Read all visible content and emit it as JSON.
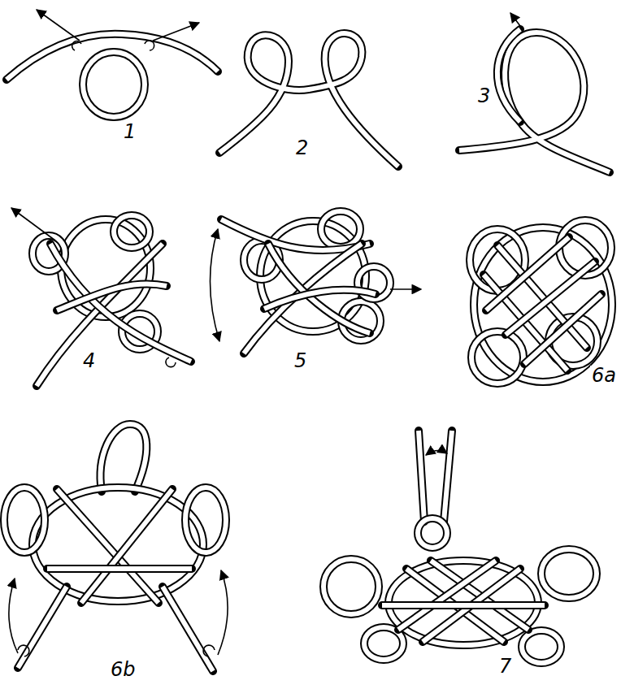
{
  "diagram": {
    "labels": [
      "1",
      "2",
      "3",
      "4",
      "5",
      "6a",
      "6b",
      "7"
    ]
  }
}
